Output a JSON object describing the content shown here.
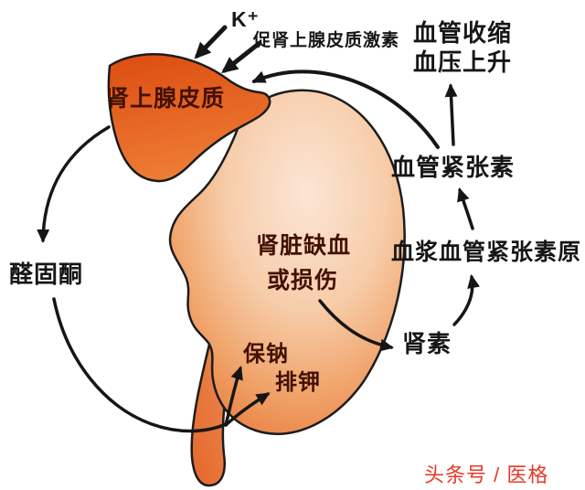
{
  "colors": {
    "background": "#ffffff",
    "outline": "#1c1c1c",
    "arrow": "#161616",
    "kidney_light": "#fbe6d6",
    "kidney_dark": "#e8763a",
    "adrenal_top": "#dc4c10",
    "adrenal_bottom": "#ee7c35",
    "organ_label_text": "#431103",
    "label_text": "#161616",
    "watermark_red": "#e8392b"
  },
  "labels": {
    "k_plus": "K⁺",
    "acth": "促肾上腺皮质激素",
    "vasoconstriction": "血管收缩",
    "bp_rise": "血压上升",
    "adrenal_cortex": "肾上腺皮质",
    "angiotensin": "血管紧张素",
    "plasma_angiotensinogen": "血浆血管紧张素原",
    "kidney_ischemia_line1": "肾脏缺血",
    "kidney_ischemia_line2": "或损伤",
    "aldosterone": "醛固酮",
    "renin": "肾素",
    "retain_sodium": "保钠",
    "excrete_potassium": "排钾"
  },
  "watermark": "头条号 / 医格",
  "flows": [
    {
      "from": "K⁺",
      "to": "肾上腺皮质"
    },
    {
      "from": "促肾上腺皮质激素",
      "to": "肾上腺皮质"
    },
    {
      "from": "肾上腺皮质",
      "to": "醛固酮"
    },
    {
      "from": "醛固酮",
      "to": "保钠"
    },
    {
      "from": "醛固酮",
      "to": "排钾"
    },
    {
      "from": "肾脏缺血或损伤",
      "to": "肾素"
    },
    {
      "from": "肾素",
      "to": "血浆血管紧张素原"
    },
    {
      "from": "血浆血管紧张素原",
      "to": "血管紧张素"
    },
    {
      "from": "血管紧张素",
      "to": "血管收缩 血压上升"
    },
    {
      "from": "血管紧张素",
      "to": "肾上腺皮质"
    }
  ]
}
